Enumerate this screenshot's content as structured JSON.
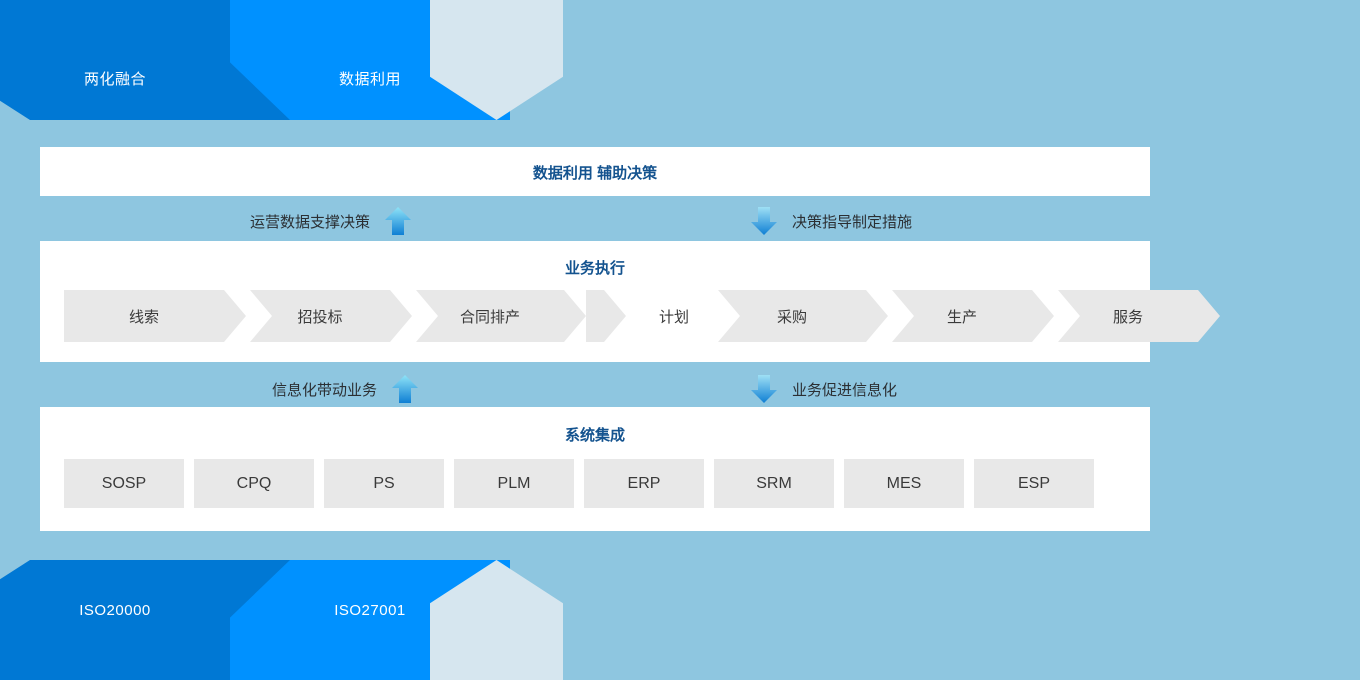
{
  "background_color": "#8ec6e0",
  "banner_top": {
    "shapes": [
      {
        "label": "两化融合",
        "color": "#0078d4",
        "name": "banner-shape-dark"
      },
      {
        "label": "数据利用",
        "color": "#0091ff",
        "name": "banner-shape-mid"
      },
      {
        "label": "",
        "color": "#d6e6ef",
        "name": "banner-shape-light"
      }
    ]
  },
  "banner_bottom": {
    "shapes": [
      {
        "label": "ISO20000",
        "color": "#0078d4",
        "name": "banner-shape-dark"
      },
      {
        "label": "ISO27001",
        "color": "#0091ff",
        "name": "banner-shape-mid"
      },
      {
        "label": "",
        "color": "#d6e6ef",
        "name": "banner-shape-light"
      }
    ]
  },
  "panel_decision": {
    "title": "数据利用 辅助决策",
    "title_color": "#14538f"
  },
  "arrow_row_1": {
    "left": {
      "text": "运营数据支撑决策",
      "icon": "arrow-up-icon",
      "direction": "up"
    },
    "right": {
      "text": "决策指导制定措施",
      "icon": "arrow-down-icon",
      "direction": "down"
    }
  },
  "panel_business": {
    "title": "业务执行",
    "title_color": "#14538f",
    "steps_left": [
      "线索",
      "招投标",
      "合同排产"
    ],
    "step_middle": "计划",
    "steps_right": [
      "采购",
      "生产",
      "服务"
    ]
  },
  "arrow_row_2": {
    "left": {
      "text": "信息化带动业务",
      "icon": "arrow-up-icon",
      "direction": "up"
    },
    "right": {
      "text": "业务促进信息化",
      "icon": "arrow-down-icon",
      "direction": "down"
    }
  },
  "panel_systems": {
    "title": "系统集成",
    "title_color": "#14538f",
    "systems": [
      "SOSP",
      "CPQ",
      "PS",
      "PLM",
      "ERP",
      "SRM",
      "MES",
      "ESP"
    ]
  }
}
